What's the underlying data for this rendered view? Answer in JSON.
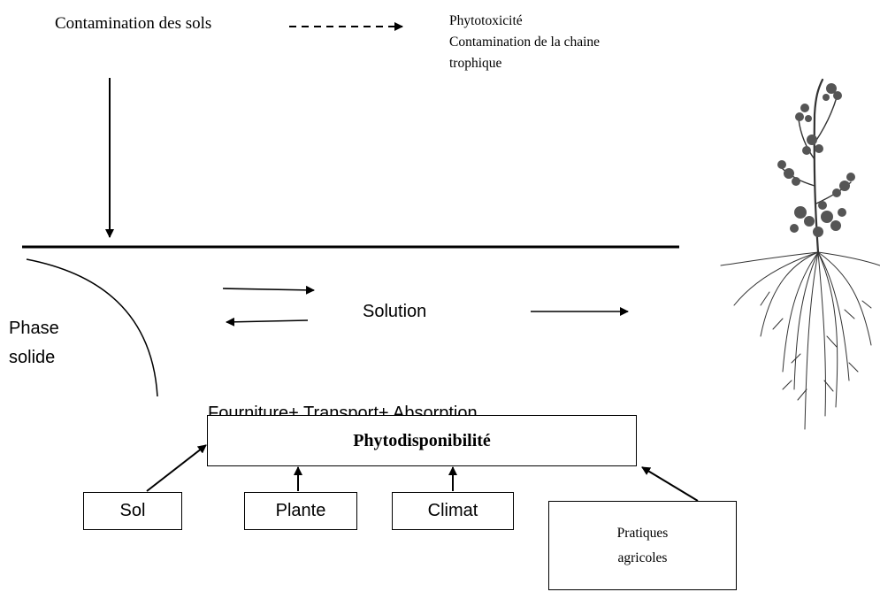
{
  "top": {
    "contamination_label": "Contamination des sols",
    "effects": [
      "Phytotoxicité",
      "Contamination de la chaine",
      "trophique"
    ]
  },
  "soil": {
    "solid_phase": [
      "Phase",
      "solide"
    ],
    "solution": "Solution",
    "processes": "Fourniture+ Transport+ Absorption"
  },
  "central_box": {
    "label": "Phytodisponibilité"
  },
  "factors": [
    {
      "label": "Sol"
    },
    {
      "label": "Plante"
    },
    {
      "label": "Climat"
    },
    {
      "label": "Pratiques agricoles",
      "lines": [
        "Pratiques",
        "agricoles"
      ]
    }
  ],
  "illustration": {
    "icon": "plant-with-roots-icon"
  }
}
